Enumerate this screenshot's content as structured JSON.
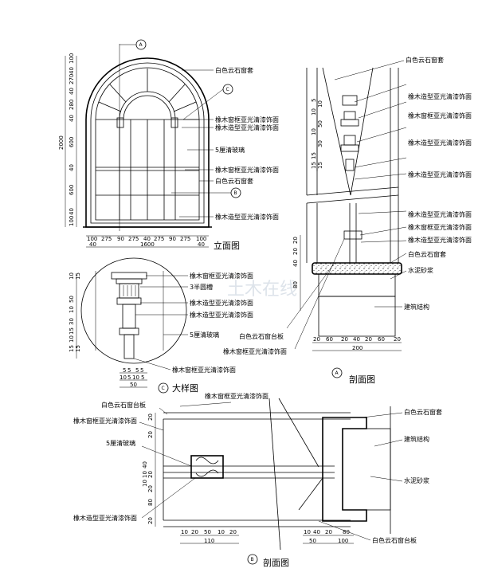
{
  "watermark": "土木在线",
  "elevation": {
    "title": "立面图",
    "section_markers": [
      "A",
      "C",
      "B"
    ],
    "labels": [
      "白色云石窗套",
      "橡木窗框亚光清漆饰面",
      "橡木造型亚光清漆饰面",
      "5厘清玻璃",
      "橡木窗框亚光清漆饰面",
      "白色云石窗套",
      "橡木造型亚光清漆饰面"
    ],
    "vert_dims": [
      "100",
      "40",
      "270",
      "40",
      "280",
      "40",
      "600",
      "40",
      "600",
      "40",
      "100"
    ],
    "total_height": "2000",
    "bottom_dims": [
      "100",
      "275",
      "90",
      "275",
      "40",
      "275",
      "90",
      "275",
      "100"
    ],
    "bottom_sub": [
      "40",
      "1600",
      "40"
    ]
  },
  "detail": {
    "title": "大样图",
    "marker": "C",
    "labels": [
      "橡木窗框亚光清漆饰面",
      "3半圆槽",
      "橡木造型亚光清漆饰面",
      "橡木造型亚光清漆饰面",
      "5厘清玻璃",
      "橡木窗框亚光清漆饰面"
    ],
    "vert_dims": [
      "10",
      "15",
      "50",
      "10",
      "30",
      "15",
      "10",
      "15",
      "15"
    ],
    "bottom_dims_a": [
      "5",
      "5",
      "5",
      "5"
    ],
    "bottom_dims_b": [
      "10",
      "5",
      "10",
      "5"
    ],
    "bottom_total": "50"
  },
  "section_a": {
    "title": "剖面图",
    "marker": "A",
    "labels": [
      "白色云石窗套",
      "橡木造型亚光清漆饰面",
      "橡木窗框亚光清漆饰面",
      "橡木造型亚光清漆饰面",
      "橡木造型亚光清漆饰面",
      "橡木造型亚光清漆饰面",
      "橡木窗框亚光清漆饰面",
      "橡木造型亚光清漆饰面",
      "白色云石窗套",
      "水泥砂浆",
      "建筑结构",
      "白色云石窗台板",
      "橡木窗框亚光清漆饰面"
    ],
    "vert_dims": [
      "15",
      "15",
      "15",
      "30",
      "10",
      "50",
      "10",
      "10",
      "5"
    ],
    "left_dims": [
      "20",
      "20",
      "40",
      "80"
    ],
    "bottom_dims": [
      "20",
      "60",
      "20",
      "40",
      "20",
      "60",
      "20"
    ],
    "bottom_total": "200"
  },
  "section_b": {
    "title": "剖面图",
    "marker": "B",
    "labels": [
      "橡木窗框亚光清漆饰面",
      "白色云石窗台板",
      "橡木窗框亚光清漆饰面",
      "5厘清玻璃",
      "橡木造型亚光清漆饰面",
      "白色云石窗套",
      "建筑结构",
      "水泥砂浆",
      "白色云石窗台板"
    ],
    "left_dims": [
      "20",
      "20",
      "40",
      "10",
      "20",
      "10",
      "20",
      "80",
      "20"
    ],
    "bottom_dims_l": [
      "10",
      "20",
      "50",
      "10",
      "20"
    ],
    "bottom_total_l": "110",
    "bottom_dims_r": [
      "10",
      "40",
      "20",
      "80"
    ],
    "bottom_sub_r": [
      "50",
      "100"
    ]
  }
}
